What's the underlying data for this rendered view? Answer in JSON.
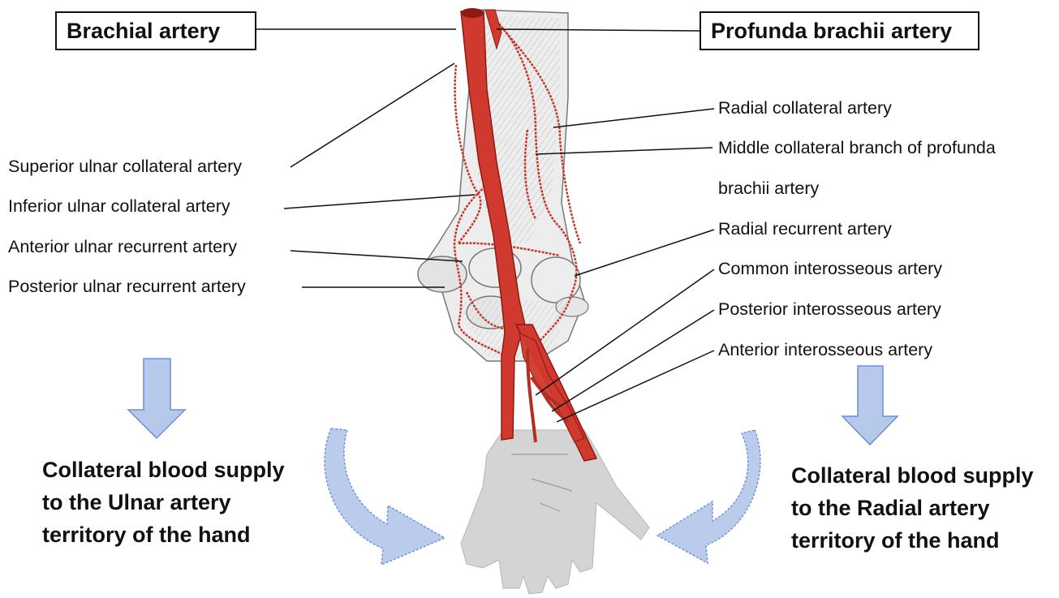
{
  "colors": {
    "artery": "#d03a2e",
    "artery_dark": "#8e1a14",
    "arrow_fill": "#b7c9ea",
    "arrow_stroke": "#6f8fcf",
    "bone": "#e7e7e7",
    "hand": "#cfcfcf"
  },
  "boxes": {
    "brachial": "Brachial artery",
    "profunda": "Profunda brachii artery"
  },
  "left_labels": [
    "Superior ulnar collateral artery",
    "Inferior ulnar collateral artery",
    "Anterior ulnar recurrent artery",
    "Posterior ulnar recurrent artery"
  ],
  "right_labels": [
    "Radial collateral artery",
    "Middle collateral branch of profunda",
    "brachii artery",
    "Radial recurrent artery",
    "Common interosseous artery",
    "Posterior interosseous artery",
    "Anterior interosseous artery"
  ],
  "captions": {
    "left": [
      "Collateral blood supply",
      "to the Ulnar artery",
      "territory of the hand"
    ],
    "right": [
      "Collateral blood supply",
      "to the Radial artery",
      "territory of the hand"
    ]
  }
}
